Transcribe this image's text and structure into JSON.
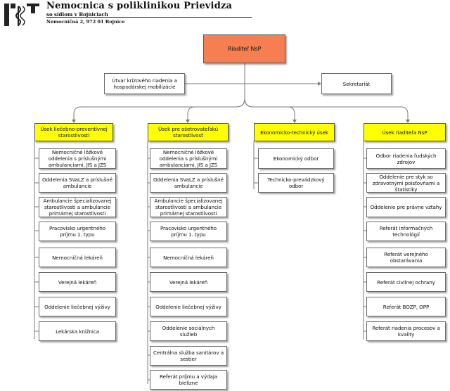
{
  "header": {
    "title": "Nemocnica s poliklinikou Prievidza",
    "subtitle": "so sídlom v Bojniciach",
    "address": "Nemocničná 2, 972 01 Bojnice"
  },
  "director": {
    "label": "Riaditeľ NsP"
  },
  "crisis_unit": {
    "label": "Útvar krízového riadenia a hospodárskej mobilizácie"
  },
  "secretariat": {
    "label": "Sekretariát"
  },
  "sections": [
    {
      "title": "Úsek liečebno-preventívnej starostlivosti",
      "items": [
        "Nemocničné lôžkové oddelenia s príslušnými ambulanciami, JIS a JZS",
        "Oddelenia SVaLZ a príslušné ambulancie",
        "Ambulancie špecializovanej starostlivosti a ambulancie primárnej starostlivosti",
        "Pracovisko urgentného príjmu 1. typu",
        "Nemocničná lekáreň",
        "Verejná lekáreň",
        "Oddelenie liečebnej výživy",
        "Lekárska knižnica"
      ]
    },
    {
      "title": "Úsek pre ošetrovateľskú starostlivosť",
      "items": [
        "Nemocničné lôžkové oddelenia s príslušnými ambulanciami, JIS a JZS",
        "Oddelenia SVaLZ a príslušné ambulancie",
        "Ambulancie špecializovanej starostlivosti a ambulancie primárnej starostlivosti",
        "Pracovisko urgentného príjmu 1. typu",
        "Nemocničná lekáreň",
        "Verejná lekáreň",
        "Oddelenie liečebnej výživy",
        "Oddelenie sociálnych služieb",
        "Centrálna služba sanitárov a sestier",
        "Referát príjmu a výdaja bielizne"
      ]
    },
    {
      "title": "Ekonomicko-technický úsek",
      "items": [
        "Ekonomický odbor",
        "Technicko-prevádzkový odbor"
      ]
    },
    {
      "title": "Úsek riaditeľa NsP",
      "items": [
        "Odbor riadenia ľudských zdrojov",
        "Oddelenie pre styk so zdravotnými poisťovňami a štatistiky",
        "Oddelenie pre právne vzťahy",
        "Referát informačných technológií",
        "Referát verejného obstarávania",
        "Referát civilnej ochrany",
        "Referát BOZP, OPP",
        "Referát riadenia procesov a kvality"
      ]
    }
  ]
}
